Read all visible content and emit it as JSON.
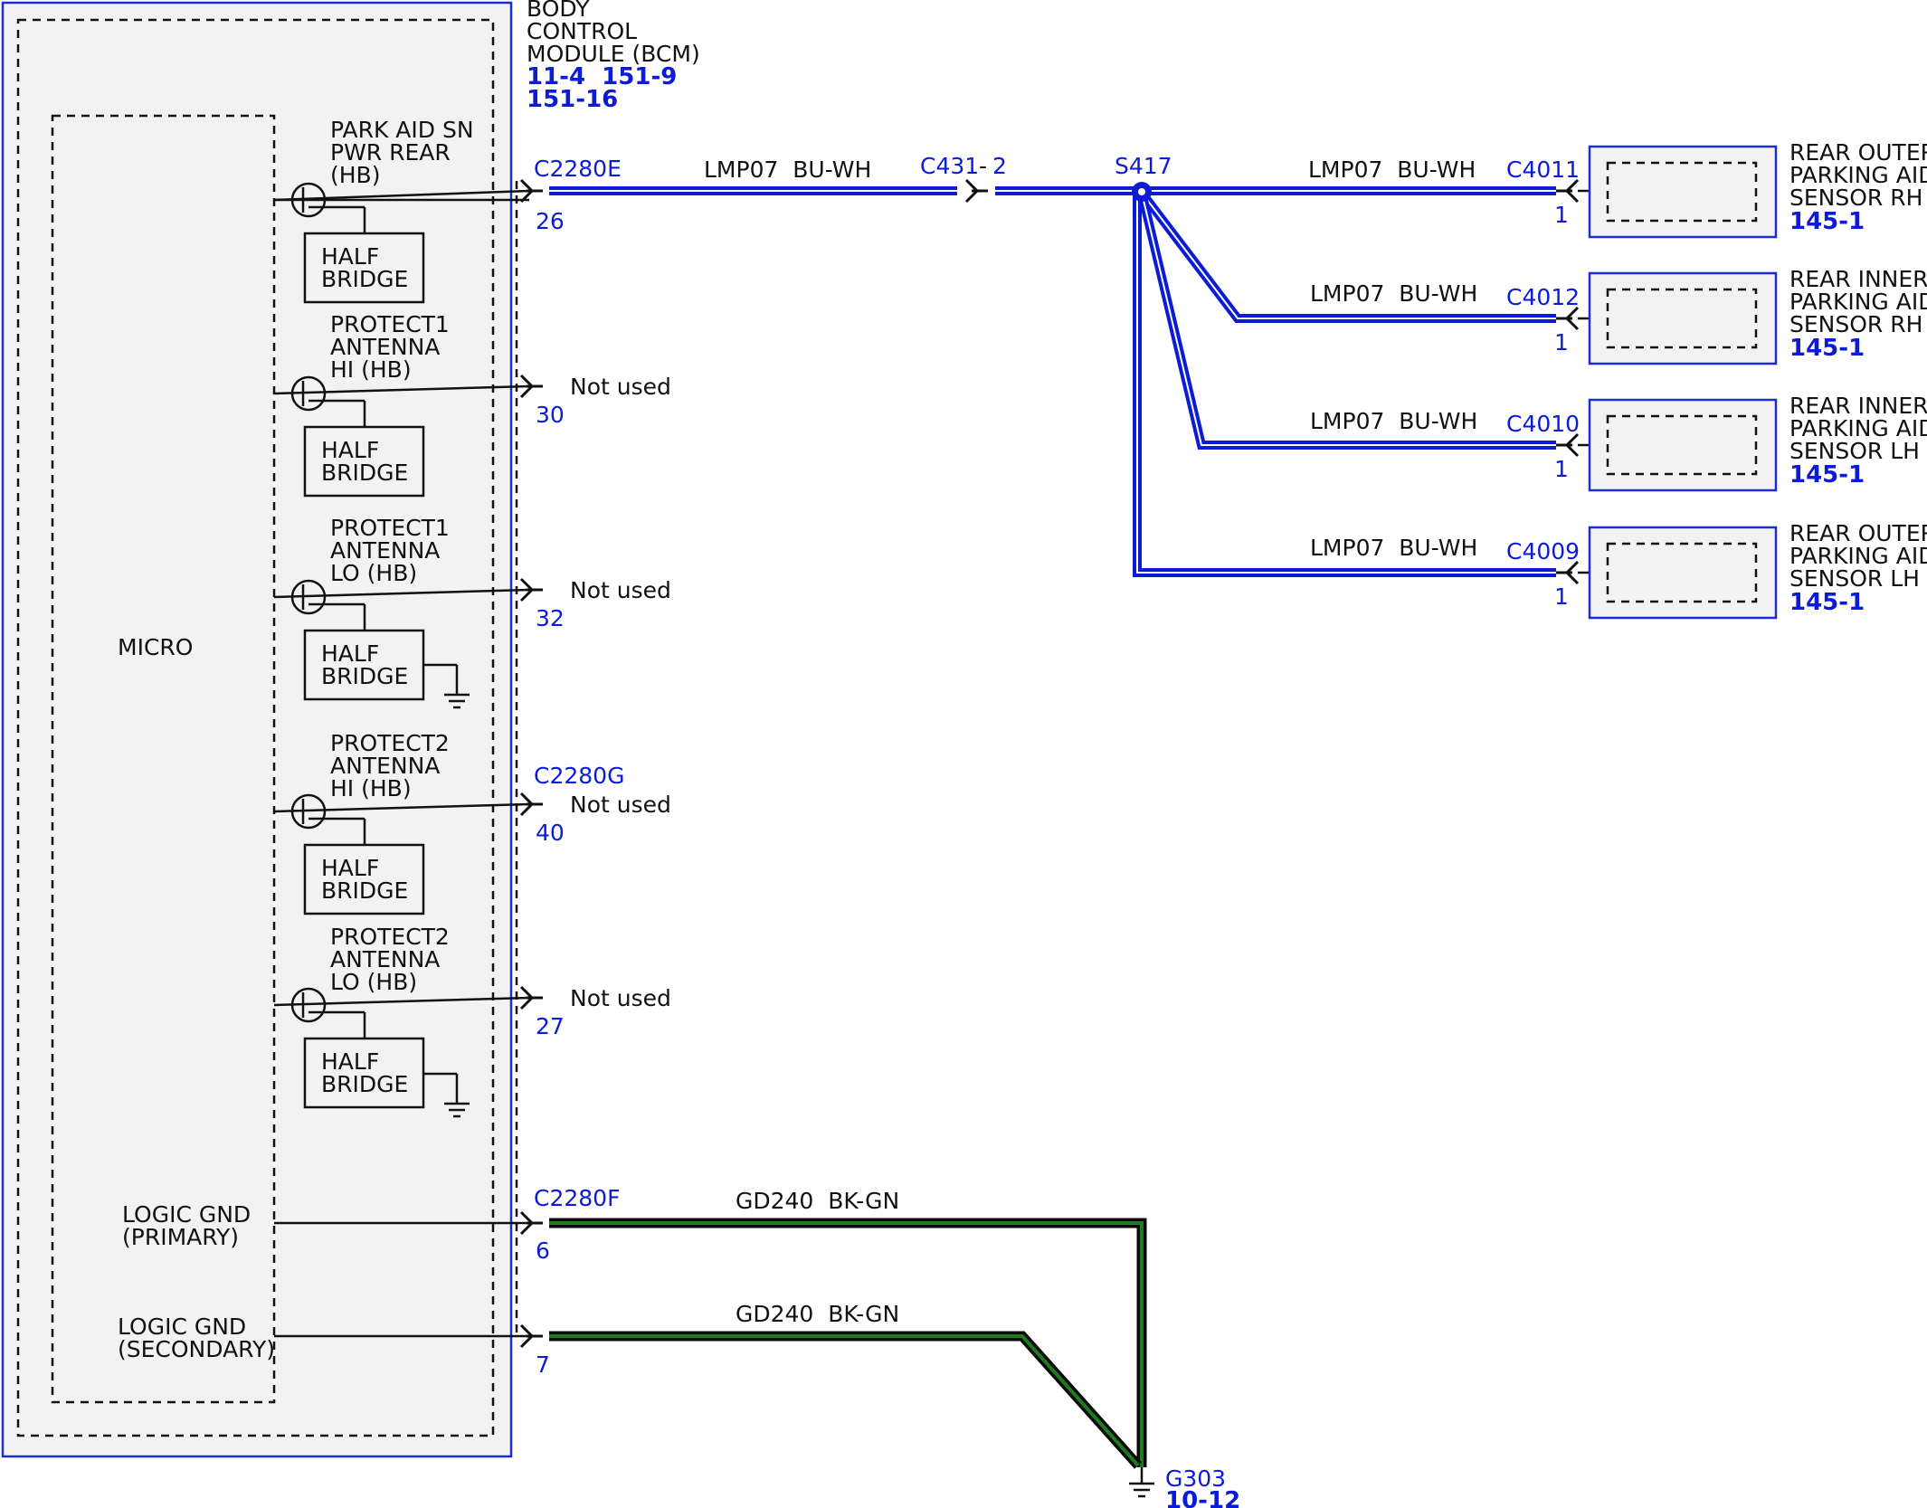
{
  "bcm": {
    "title_lines": [
      "BODY",
      "CONTROL",
      "MODULE (BCM)"
    ],
    "refs_line1": "11-4  151-9",
    "refs_line2": "151-16",
    "micro_label": "MICRO",
    "half_bridge_lines": [
      "HALF",
      "BRIDGE"
    ],
    "circuits": [
      {
        "lines": [
          "PARK AID SN",
          "PWR REAR",
          "(HB)"
        ],
        "pin": "26",
        "connector": "C2280E"
      },
      {
        "lines": [
          "PROTECT1",
          "ANTENNA",
          "HI (HB)"
        ],
        "pin": "30",
        "status": "Not used"
      },
      {
        "lines": [
          "PROTECT1",
          "ANTENNA",
          "LO (HB)"
        ],
        "pin": "32",
        "status": "Not used"
      },
      {
        "lines": [
          "PROTECT2",
          "ANTENNA",
          "HI (HB)"
        ],
        "pin": "40",
        "connector": "C2280G",
        "status": "Not used"
      },
      {
        "lines": [
          "PROTECT2",
          "ANTENNA",
          "LO (HB)"
        ],
        "pin": "27",
        "status": "Not used"
      }
    ],
    "logic_gnd_primary": [
      "LOGIC GND",
      "(PRIMARY)"
    ],
    "logic_gnd_secondary": [
      "LOGIC GND",
      "(SECONDARY)"
    ],
    "gnd_connector": "C2280F",
    "gnd_pin_primary": "6",
    "gnd_pin_secondary": "7"
  },
  "power_circuit": {
    "wire_label": "LMP07  BU-WH",
    "inline_connector": "C431",
    "inline_pin": "2",
    "splice": "S417"
  },
  "sensors": [
    {
      "connector": "C4011",
      "pin": "1",
      "wire": "LMP07  BU-WH",
      "lines": [
        "REAR OUTER",
        "PARKING AID",
        "SENSOR RH"
      ],
      "ref": "145-1"
    },
    {
      "connector": "C4012",
      "pin": "1",
      "wire": "LMP07  BU-WH",
      "lines": [
        "REAR INNER",
        "PARKING AID",
        "SENSOR RH"
      ],
      "ref": "145-1"
    },
    {
      "connector": "C4010",
      "pin": "1",
      "wire": "LMP07  BU-WH",
      "lines": [
        "REAR INNER",
        "PARKING AID",
        "SENSOR LH"
      ],
      "ref": "145-1"
    },
    {
      "connector": "C4009",
      "pin": "1",
      "wire": "LMP07  BU-WH",
      "lines": [
        "REAR OUTER",
        "PARKING AID",
        "SENSOR LH"
      ],
      "ref": "145-1"
    }
  ],
  "ground": {
    "wire_label": "GD240  BK-GN",
    "ground_point": "G303",
    "ref": "10-12"
  },
  "colors": {
    "wire_blue": "#0b1bd6",
    "wire_ground_outer": "#0a0a0a",
    "wire_ground_inner": "#1f7a1f",
    "module_fill": "#f2f2f2",
    "module_border": "#1a2bd8"
  }
}
